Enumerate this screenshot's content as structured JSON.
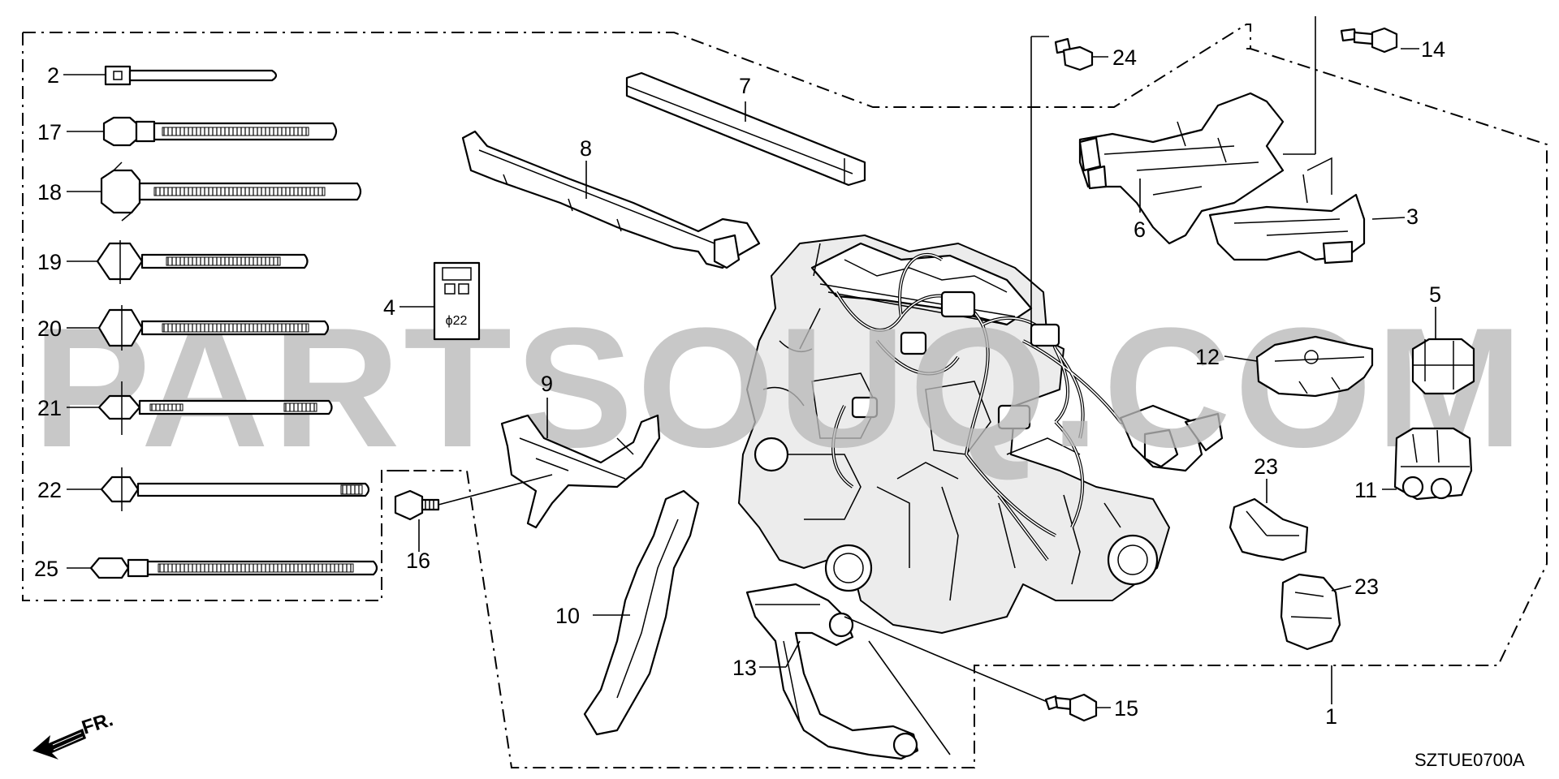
{
  "catalog_code": "SZTUE0700A",
  "watermark": "PARTSOUQ.COM",
  "direction_label": "FR.",
  "callouts": {
    "c1": "1",
    "c2": "2",
    "c3": "3",
    "c4": "4",
    "c5": "5",
    "c6": "6",
    "c7": "7",
    "c8": "8",
    "c9": "9",
    "c10": "10",
    "c11": "11",
    "c12": "12",
    "c13": "13",
    "c14": "14",
    "c15": "15",
    "c16": "16",
    "c17": "17",
    "c18": "18",
    "c19": "19",
    "c20": "20",
    "c21": "21",
    "c22": "22",
    "c23a": "23",
    "c23b": "23",
    "c24": "24",
    "c25": "25"
  },
  "part4_label": "ϕ22"
}
